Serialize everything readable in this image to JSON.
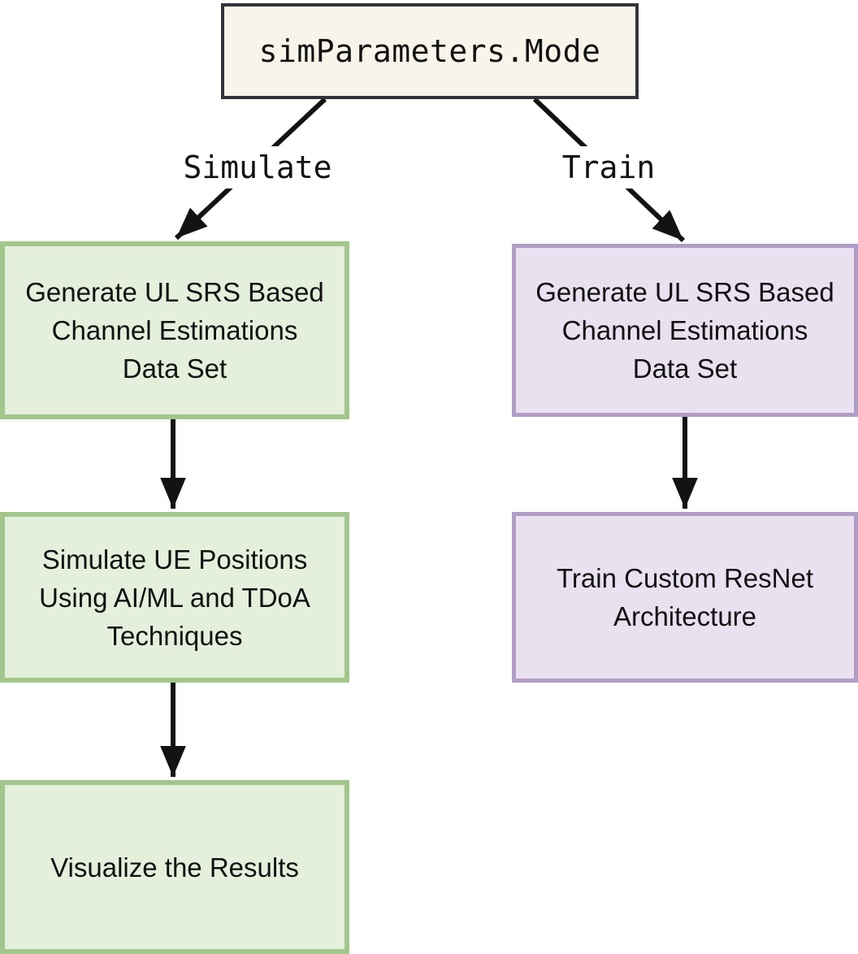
{
  "flowchart": {
    "root_node": {
      "label": "simParameters.Mode"
    },
    "edge_labels": {
      "simulate": "Simulate",
      "train": "Train"
    },
    "simulate_branch": {
      "steps": [
        "Generate UL SRS Based\nChannel Estimations\nData Set",
        "Simulate UE Positions\nUsing AI/ML and TDoA\nTechniques",
        "Visualize the Results"
      ]
    },
    "train_branch": {
      "steps": [
        "Generate UL SRS Based\nChannel Estimations\nData Set",
        "Train Custom ResNet\nArchitecture"
      ]
    },
    "colors": {
      "root_fill": "#f8f4e9",
      "root_border": "#33333a",
      "simulate_fill": "#e4efdc",
      "simulate_border": "#a2c68b",
      "train_fill": "#e9e1f0",
      "train_border": "#b19cc6",
      "arrow": "#131313",
      "label_background": "#ffffff",
      "text": "#111111"
    }
  }
}
